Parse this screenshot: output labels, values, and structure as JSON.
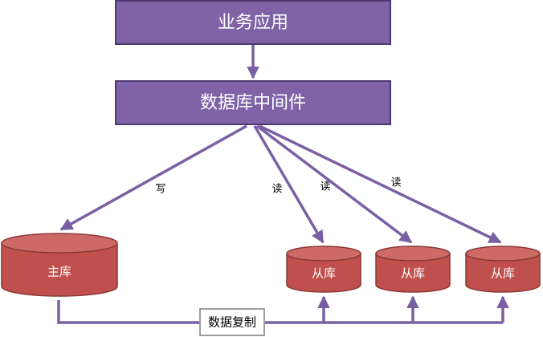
{
  "nodes": {
    "app": "业务应用",
    "middleware": "数据库中间件",
    "master": "主库",
    "slave1": "从库",
    "slave2": "从库",
    "slave3": "从库"
  },
  "edges": {
    "write": "写",
    "read1": "读",
    "read2": "读",
    "read3": "读"
  },
  "replication": "数据复制",
  "colors": {
    "box_fill": "#7f63a6",
    "box_stroke": "#4e3a70",
    "db_fill": "#c0504d",
    "db_top": "#cd6a67",
    "db_stroke": "#8c3836",
    "arrow": "#7a60a3"
  }
}
